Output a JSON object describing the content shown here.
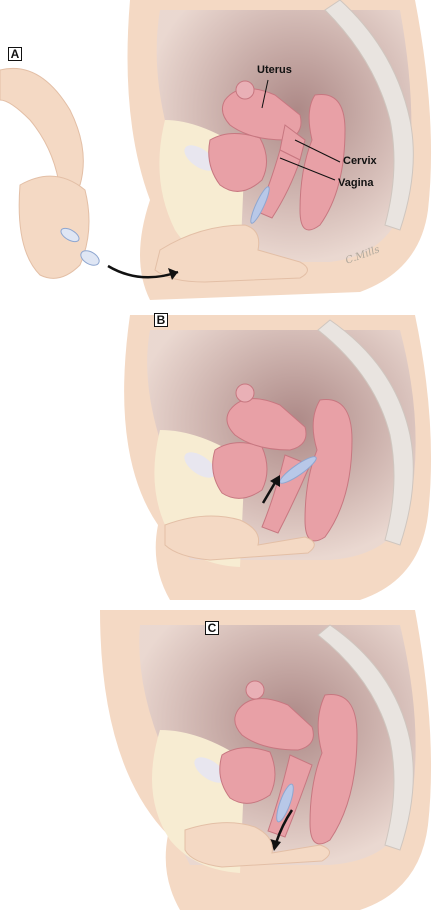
{
  "panels": [
    {
      "letter": "A"
    },
    {
      "letter": "B"
    },
    {
      "letter": "C"
    }
  ],
  "labels": {
    "uterus": "Uterus",
    "cervix": "Cervix",
    "vagina": "Vagina"
  },
  "signature": "C.Mills",
  "colors": {
    "skin": "#f4d9c4",
    "skin_shadow": "#e3bfa6",
    "tissue_cream": "#f7ecd2",
    "interior": "#b89a9a",
    "organ_pink": "#e8a0a6",
    "organ_dark": "#c77780",
    "spine": "#e9e4e0",
    "device": "#b8c8e8",
    "arrow": "#111111"
  },
  "icons": {
    "insertion_arrow": "curved-arrow",
    "push_arrow": "up-arrow",
    "remove_arrow": "down-arrow",
    "device": "menstrual-disc-icon"
  }
}
